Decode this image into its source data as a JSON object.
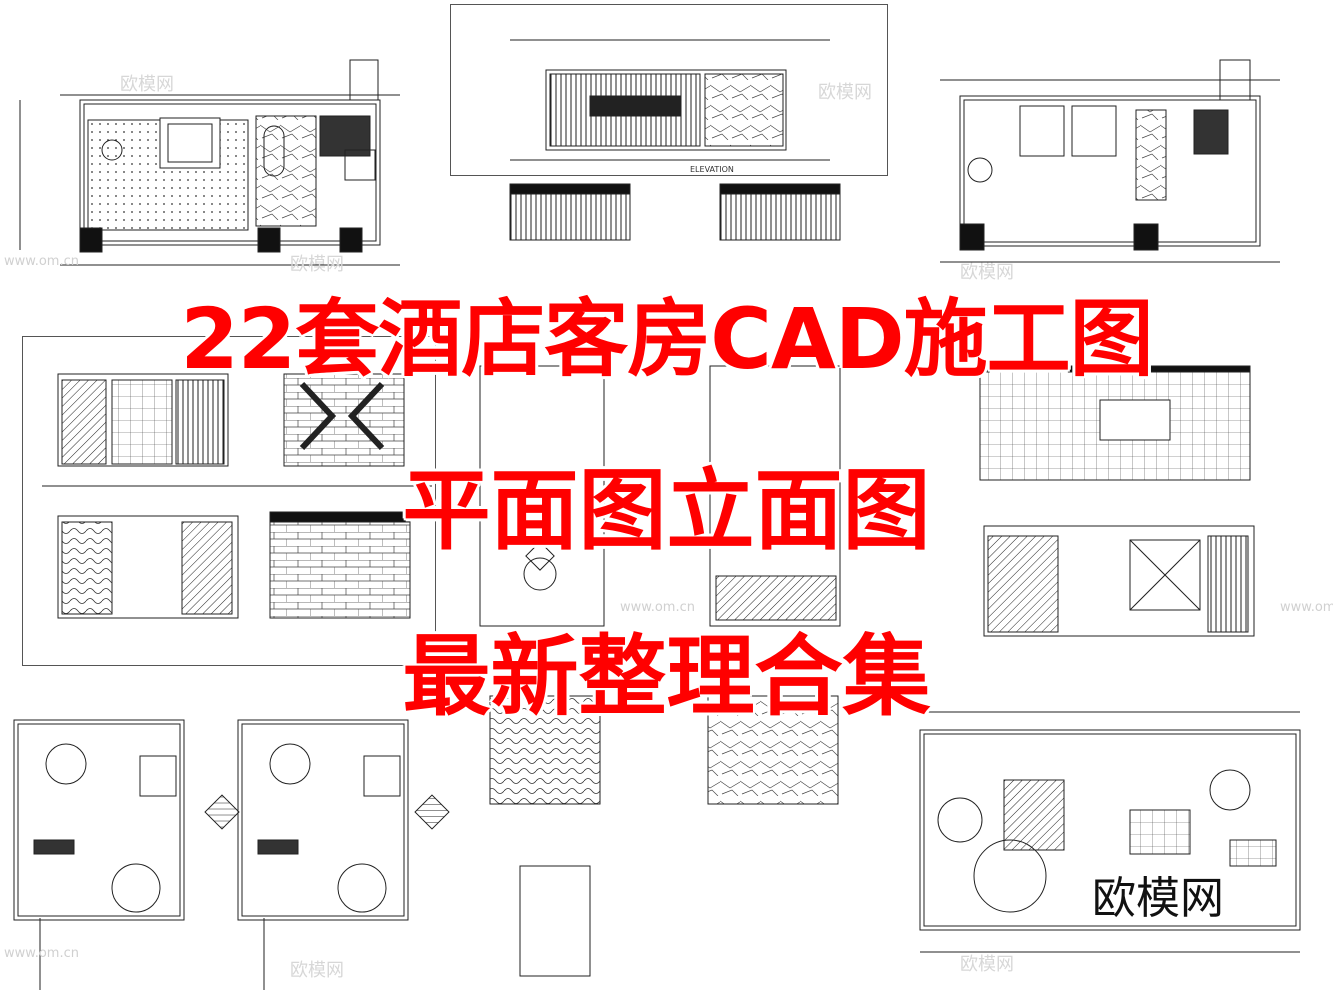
{
  "headline": {
    "line1": "22套酒店客房CAD施工图",
    "line2": "平面图立面图",
    "line3": "最新整理合集"
  },
  "brand": {
    "corner_mark": "欧模网",
    "watermark_text": "欧模网",
    "watermark_url": "www.om.cn"
  },
  "drawing_labels": {
    "elevation": "ELEVATION"
  },
  "colors": {
    "headline": "#ff0000",
    "linework": "#222222",
    "background": "#ffffff"
  }
}
